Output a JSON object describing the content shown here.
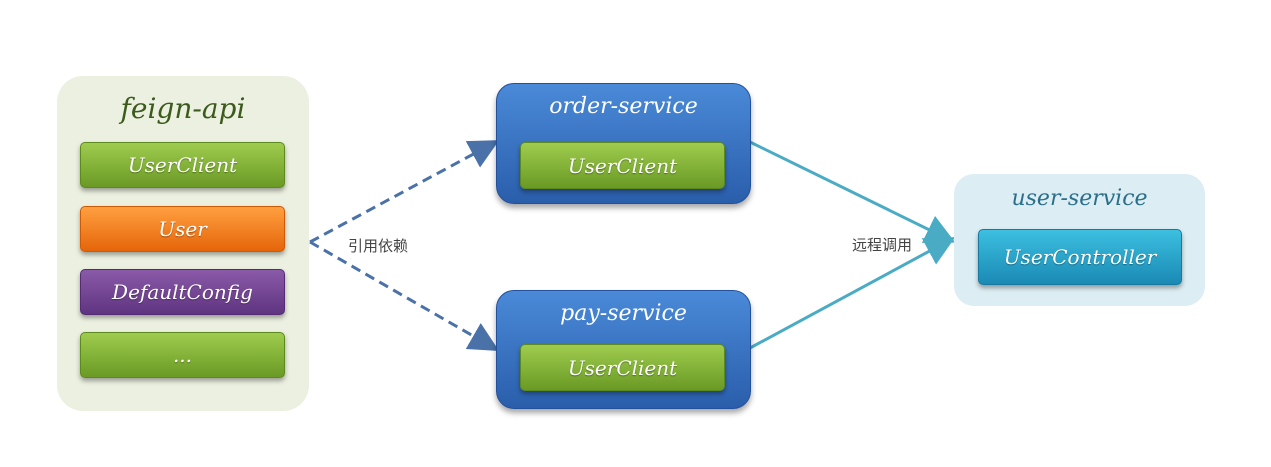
{
  "feign_api": {
    "title": "feign-api",
    "items": [
      "UserClient",
      "User",
      "DefaultConfig",
      "..."
    ]
  },
  "order_service": {
    "title": "order-service",
    "item": "UserClient"
  },
  "pay_service": {
    "title": "pay-service",
    "item": "UserClient"
  },
  "user_service": {
    "title": "user-service",
    "item": "UserController"
  },
  "edges": {
    "dependency_label": "引用依赖",
    "remote_call_label": "远程调用"
  },
  "colors": {
    "green": "#7bab32",
    "orange": "#f57a17",
    "purple": "#6e4290",
    "blue_service": "#3672c4",
    "cyan": "#2aa4cc",
    "dashed_arrow": "#4a72a8",
    "solid_line": "#4aabc4"
  }
}
